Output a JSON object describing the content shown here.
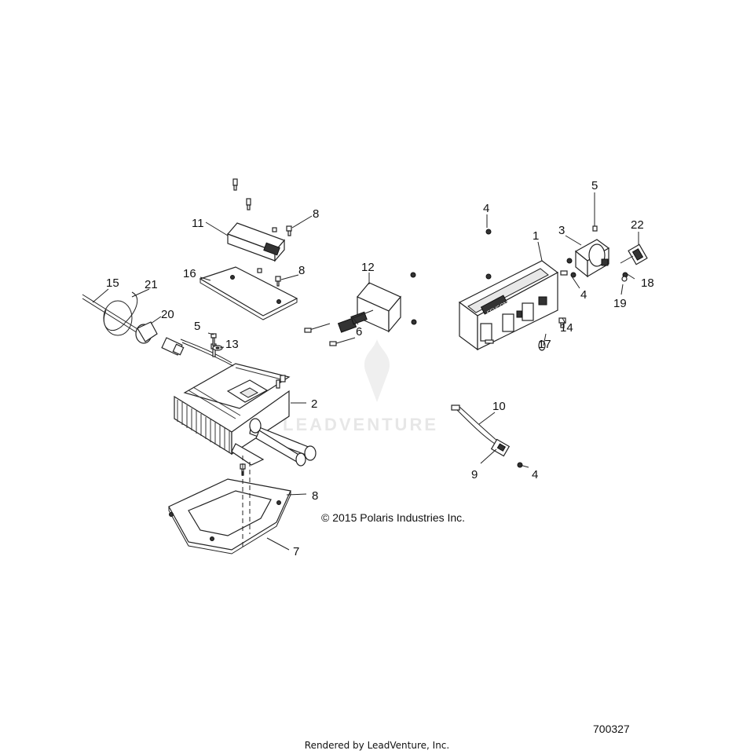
{
  "callouts": [
    "1",
    "2",
    "3",
    "4",
    "4",
    "4",
    "5",
    "5",
    "6",
    "7",
    "8",
    "8",
    "8",
    "9",
    "10",
    "11",
    "12",
    "13",
    "14",
    "15",
    "16",
    "17",
    "18",
    "19",
    "20",
    "21",
    "22"
  ],
  "copyright": "© 2015 Polaris Industries Inc.",
  "reference_number": "700327",
  "footer": "Rendered by LeadVenture, Inc.",
  "watermark": "LEADVENTURE",
  "module_label": "SEVCON"
}
